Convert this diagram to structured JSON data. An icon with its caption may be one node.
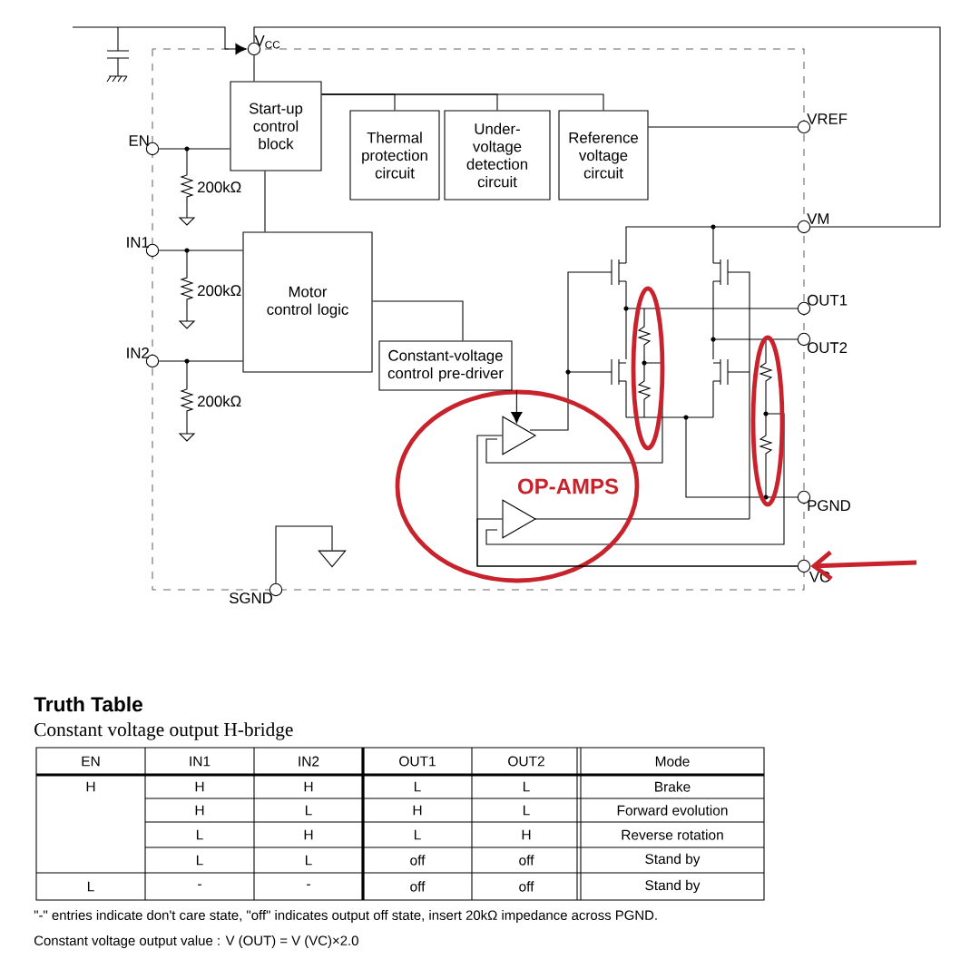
{
  "diagram": {
    "nodes": [
      {
        "text": [],
        "shape": "circle",
        "beside": [
          "V$_{CC}$"
        ]
      },
      {
        "text": [
          "Start-up control block"
        ]
      },
      {
        "text": [
          "Thermal protection circuit"
        ]
      },
      {
        "text": [
          "Under-voltage detection circuit"
        ]
      },
      {
        "text": [
          "Reference voltage circuit"
        ]
      },
      {
        "text": [],
        "shape": "circle",
        "beside": [
          "VREF"
        ]
      },
      {
        "text": [],
        "shape": "circle",
        "beside": [
          "EN"
        ]
      },
      {
        "text": [],
        "shape": "circle",
        "beside": [
          "IN1"
        ]
      },
      {
        "text": [
          "Motor control logic"
        ]
      },
      {
        "text": [],
        "shape": "circle",
        "beside": [
          "VM"
        ]
      },
      {
        "text": [],
        "shape": "circle",
        "beside": [
          "OUT1"
        ]
      },
      {
        "text": [],
        "shape": "circle",
        "beside": [
          "OUT2"
        ]
      },
      {
        "text": [],
        "shape": "circle",
        "beside": [
          "IN2"
        ]
      },
      {
        "text": [
          "Constant-voltage control pre-driver"
        ]
      },
      {
        "text": [],
        "shape": "triangle"
      },
      {
        "text": [],
        "shape": "triangle"
      },
      {
        "text": [],
        "shape": "circle",
        "beside": [
          "PGND"
        ]
      },
      {
        "text": [],
        "shape": "circle",
        "beside": [
          "VC"
        ]
      },
      {
        "text": [],
        "shape": "circle",
        "beside": [
          "SGND"
        ]
      },
      {
        "text": [],
        "shape": "ground"
      }
    ],
    "edges": [
      {
        "from": 0,
        "to": 1,
        "arrow": "none"
      },
      {
        "from": 1,
        "to": 2,
        "arrow": "none"
      },
      {
        "from": 1,
        "to": 3,
        "arrow": "none"
      },
      {
        "from": 1,
        "to": 4,
        "arrow": "none"
      },
      {
        "from": 6,
        "to": 1,
        "arrow": "none"
      },
      {
        "from": 1,
        "to": 8,
        "arrow": "none"
      },
      {
        "from": 7,
        "to": 8,
        "arrow": "none"
      },
      {
        "from": 12,
        "to": 8,
        "arrow": "none"
      },
      {
        "from": 4,
        "to": 5,
        "arrow": "none"
      },
      {
        "from": 8,
        "to": 13,
        "arrow": "none"
      },
      {
        "from": 13,
        "to": 14,
        "arrow": "to"
      },
      {
        "from": 17,
        "to": 14,
        "arrow": "none"
      },
      {
        "from": 17,
        "to": 15,
        "arrow": "none"
      },
      {
        "from": 0,
        "to": 9,
        "arrow": "none"
      },
      {
        "from": null,
        "to": 0,
        "arrow": "to"
      },
      {
        "from": null,
        "to": 17,
        "arrow": "to",
        "style": "thick",
        "color": "#c8232c"
      },
      {
        "from": 18,
        "to": 19,
        "arrow": "none"
      }
    ],
    "labels": [
      "200kΩ",
      "200kΩ",
      "200kΩ",
      "OP-AMPS",
      "Truth Table",
      "Constant voltage output H-bridge",
      "EN",
      "IN1",
      "IN2",
      "OUT1",
      "OUT2",
      "Mode",
      "H",
      "H",
      "H",
      "L",
      "L",
      "Brake",
      "H",
      "L",
      "H",
      "L",
      "Forward evolution",
      "L",
      "H",
      "L",
      "H",
      "Reverse rotation",
      "L",
      "L",
      "off",
      "off",
      "Stand by",
      "L",
      "-",
      "-",
      "off",
      "off",
      "Stand by",
      "\"-\" entries indicate don't care state, \"off\" indicates output off state, insert 20kΩ impedance across PGND.",
      "Constant voltage output value : V (OUT) = V (VC)×2.0"
    ]
  }
}
